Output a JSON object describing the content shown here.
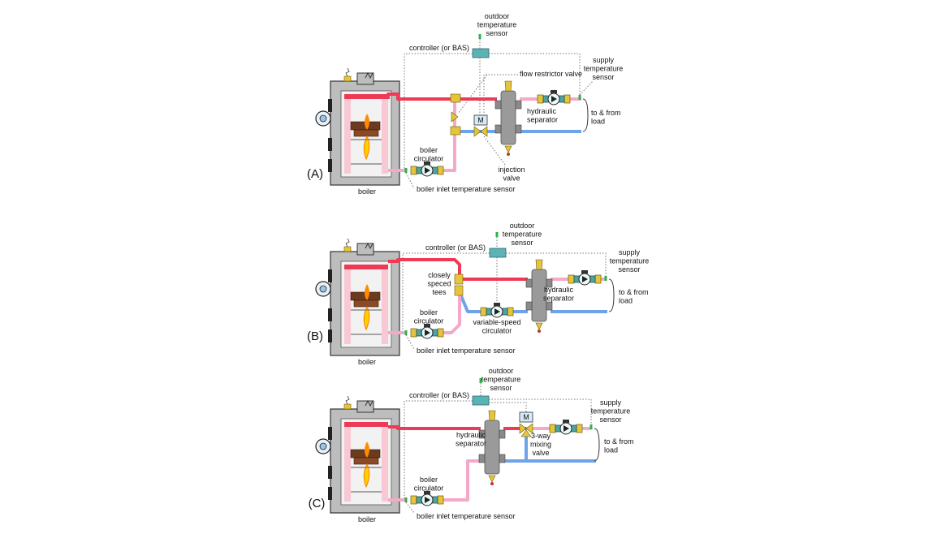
{
  "colors": {
    "hot": "#ee3a55",
    "warm": "#f5a8c8",
    "cold": "#6fa3e8",
    "boiler_body": "#bdbdbd",
    "controller": "#5bb3b5",
    "brass": "#e6c53a",
    "circulator": "#4fa3a0",
    "separator": "#9a9a9a",
    "sensor": "#2fb24a"
  },
  "panels": [
    {
      "id": "A",
      "tag": "(A)",
      "boiler": "boiler",
      "outdoor_sensor": [
        "outdoor",
        "temperature",
        "sensor"
      ],
      "controller": "controller (or BAS)",
      "supply_sensor": [
        "supply",
        "temperature",
        "sensor"
      ],
      "load": [
        "to & from",
        "load"
      ],
      "boiler_circulator": [
        "boiler",
        "circulator"
      ],
      "inlet_sensor": "boiler inlet temperature sensor",
      "flow_restrictor": "flow restrictor valve",
      "separator": [
        "hydraulic",
        "separator"
      ],
      "injection_valve": [
        "injection",
        "valve"
      ],
      "valve_letter": "M"
    },
    {
      "id": "B",
      "tag": "(B)",
      "boiler": "boiler",
      "outdoor_sensor": [
        "outdoor",
        "temperature",
        "sensor"
      ],
      "controller": "controller (or BAS)",
      "supply_sensor": [
        "supply",
        "temperature",
        "sensor"
      ],
      "load": [
        "to & from",
        "load"
      ],
      "boiler_circulator": [
        "boiler",
        "circulator"
      ],
      "inlet_sensor": "boiler inlet temperature sensor",
      "closely_spaced_tees": [
        "closely",
        "speced",
        "tees"
      ],
      "separator": [
        "hydraulic",
        "separator"
      ],
      "variable_speed": [
        "variable-speed",
        "circulator"
      ]
    },
    {
      "id": "C",
      "tag": "(C)",
      "boiler": "boiler",
      "outdoor_sensor": [
        "outdoor",
        "temperature",
        "sensor"
      ],
      "controller": "controller (or BAS)",
      "supply_sensor": [
        "supply",
        "temperature",
        "sensor"
      ],
      "load": [
        "to & from",
        "load"
      ],
      "boiler_circulator": [
        "boiler",
        "circulator"
      ],
      "inlet_sensor": "boiler inlet temperature sensor",
      "separator": [
        "hydraulic",
        "separator"
      ],
      "mixing_valve": [
        "3-way",
        "mixing",
        "valve"
      ],
      "valve_letter": "M"
    }
  ]
}
